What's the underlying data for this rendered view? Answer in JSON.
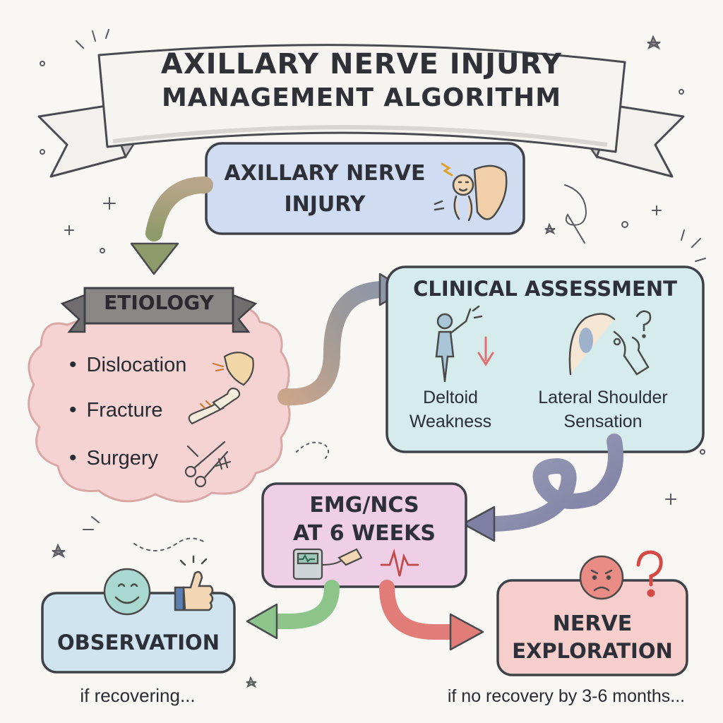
{
  "title": {
    "line1": "AXILLARY NERVE INJURY",
    "line2": "MANAGEMENT ALGORITHM"
  },
  "start_node": {
    "line1": "AXILLARY NERVE",
    "line2": "INJURY"
  },
  "etiology": {
    "heading": "ETIOLOGY",
    "items": [
      "Dislocation",
      "Fracture",
      "Surgery"
    ]
  },
  "clinical_assessment": {
    "heading": "CLINICAL ASSESSMENT",
    "findings": [
      {
        "line1": "Deltoid",
        "line2": "Weakness"
      },
      {
        "line1": "Lateral Shoulder",
        "line2": "Sensation"
      }
    ]
  },
  "emg": {
    "line1": "EMG/NCS",
    "line2": "AT 6 WEEKS"
  },
  "observation": {
    "label": "OBSERVATION",
    "condition": "if recovering..."
  },
  "exploration": {
    "line1": "NERVE",
    "line2": "EXPLORATION",
    "condition": "if no recovery by 3-6 months..."
  },
  "colors": {
    "start_fill": "#cfdcf2",
    "etiology_fill": "#f6d2d2",
    "assessment_fill": "#d6ecec",
    "emg_fill": "#efcfe6",
    "observation_fill": "#cfe4ef",
    "exploration_fill": "#f6cfcd",
    "ribbon_grey": "#7d7b7b",
    "arrow_green": "#8dc48a",
    "arrow_red": "#e27c78",
    "arrow_purple": "#8a86a6"
  }
}
